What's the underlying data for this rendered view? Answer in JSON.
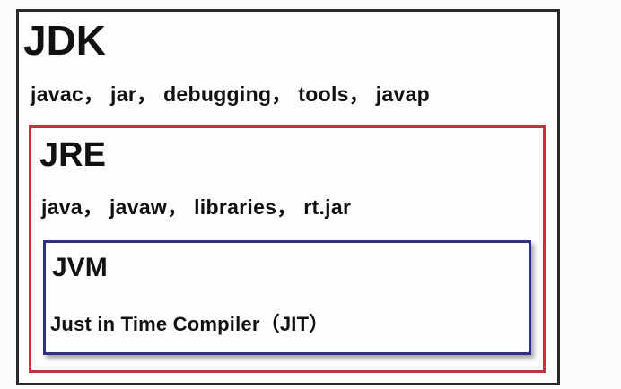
{
  "jdk": {
    "title": "JDK",
    "items": "javac， jar， debugging， tools， javap",
    "border_color": "#2a2a2a"
  },
  "jre": {
    "title": "JRE",
    "items": "java， javaw， libraries， rt.jar",
    "border_color": "#c8323c"
  },
  "jvm": {
    "title": "JVM",
    "items": "Just in Time Compiler（JIT）",
    "border_color": "#2f2f86"
  }
}
